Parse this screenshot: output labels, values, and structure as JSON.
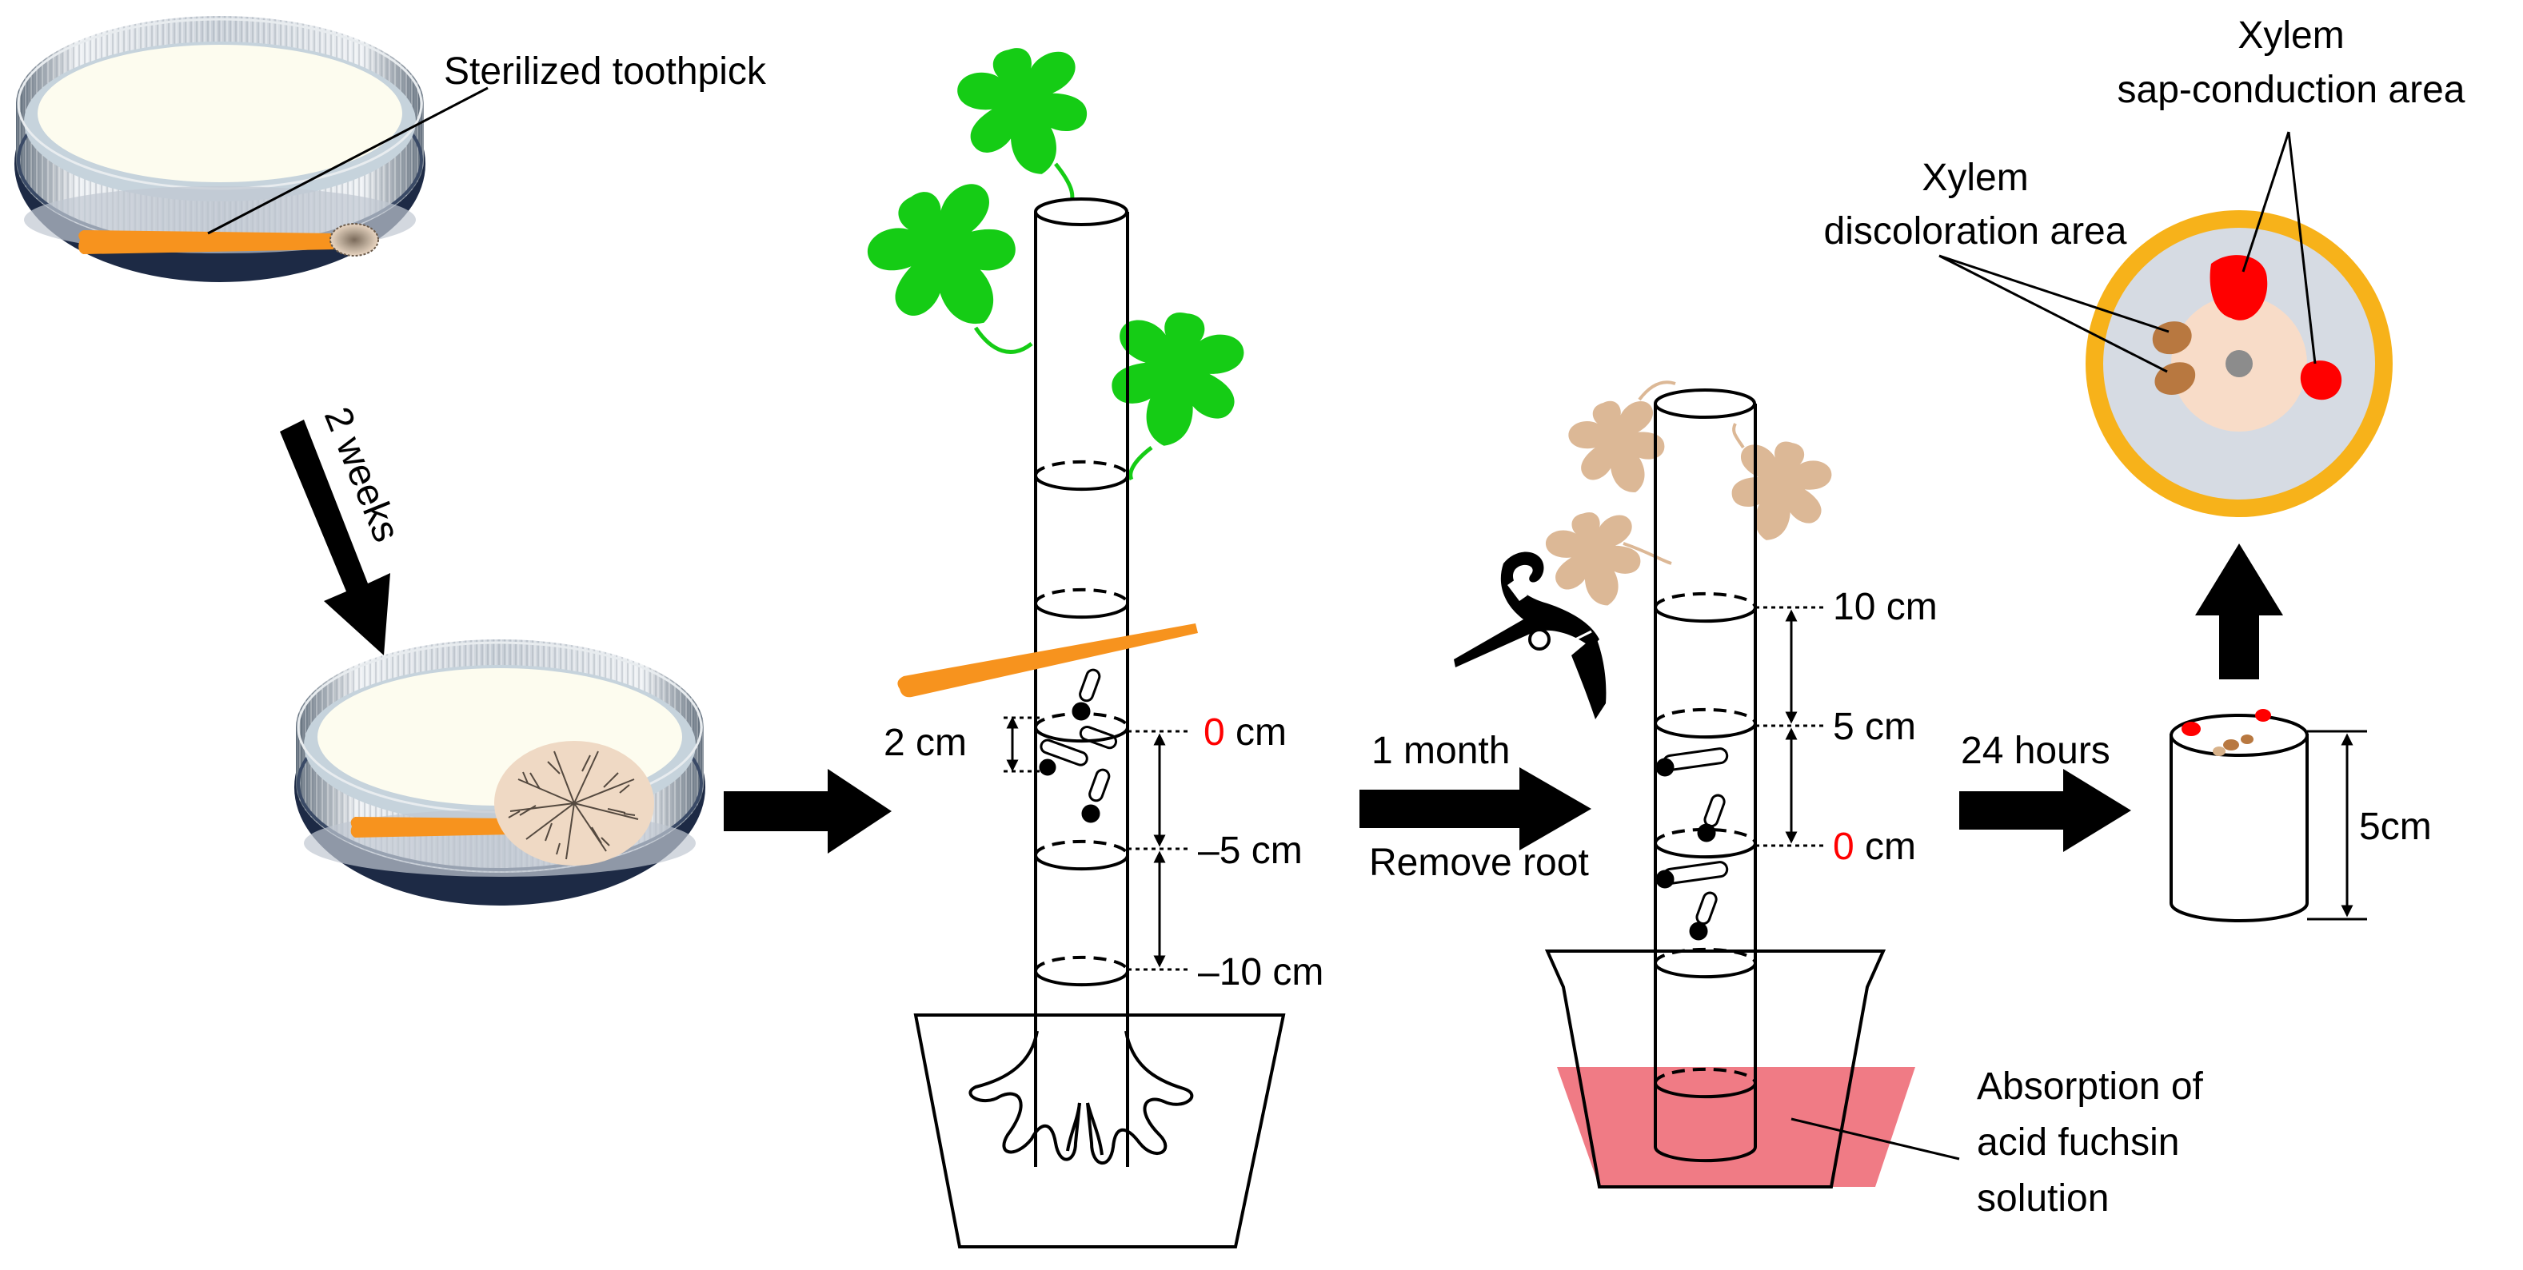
{
  "labels": {
    "sterilized_toothpick": "Sterilized toothpick",
    "two_weeks": "2 weeks",
    "two_cm": "2 cm",
    "zero": "0",
    "cm_unit": " cm",
    "minus_five_cm": "–5 cm",
    "minus_ten_cm": "–10 cm",
    "one_month": "1 month",
    "remove_root": "Remove root",
    "ten_cm": "10 cm",
    "five_cm": "5 cm",
    "twentyfour_hours": "24 hours",
    "five_cm_height": "5cm",
    "absorption_line1": "Absorption of",
    "absorption_line2": "acid fuchsin",
    "absorption_line3": "solution",
    "xylem_discoloration_line1": "Xylem",
    "xylem_discoloration_line2": "discoloration area",
    "xylem_conduction_line1": "Xylem",
    "xylem_conduction_line2": "sap-conduction area"
  },
  "colors": {
    "leaf_green": "#15cc15",
    "leaf_wilted": "#dcb896",
    "toothpick_orange": "#f7931e",
    "fuchsin_pink": "#f07b85",
    "zero_red": "#ff0000",
    "bark_yellow": "#f7b21a",
    "xylem_red": "#ff0000",
    "discoloration_brown": "#b87840",
    "cross_section_grey": "#d6dbe3",
    "pith_pink": "#f8dcc8"
  },
  "icons": [
    "petri-dish-icon",
    "toothpick-icon",
    "fungal-colony-icon",
    "leaf-icon",
    "pruning-shears-icon",
    "stem-segment-icon",
    "cross-section-icon",
    "pot-icon",
    "roots-icon",
    "arrow-icon"
  ]
}
